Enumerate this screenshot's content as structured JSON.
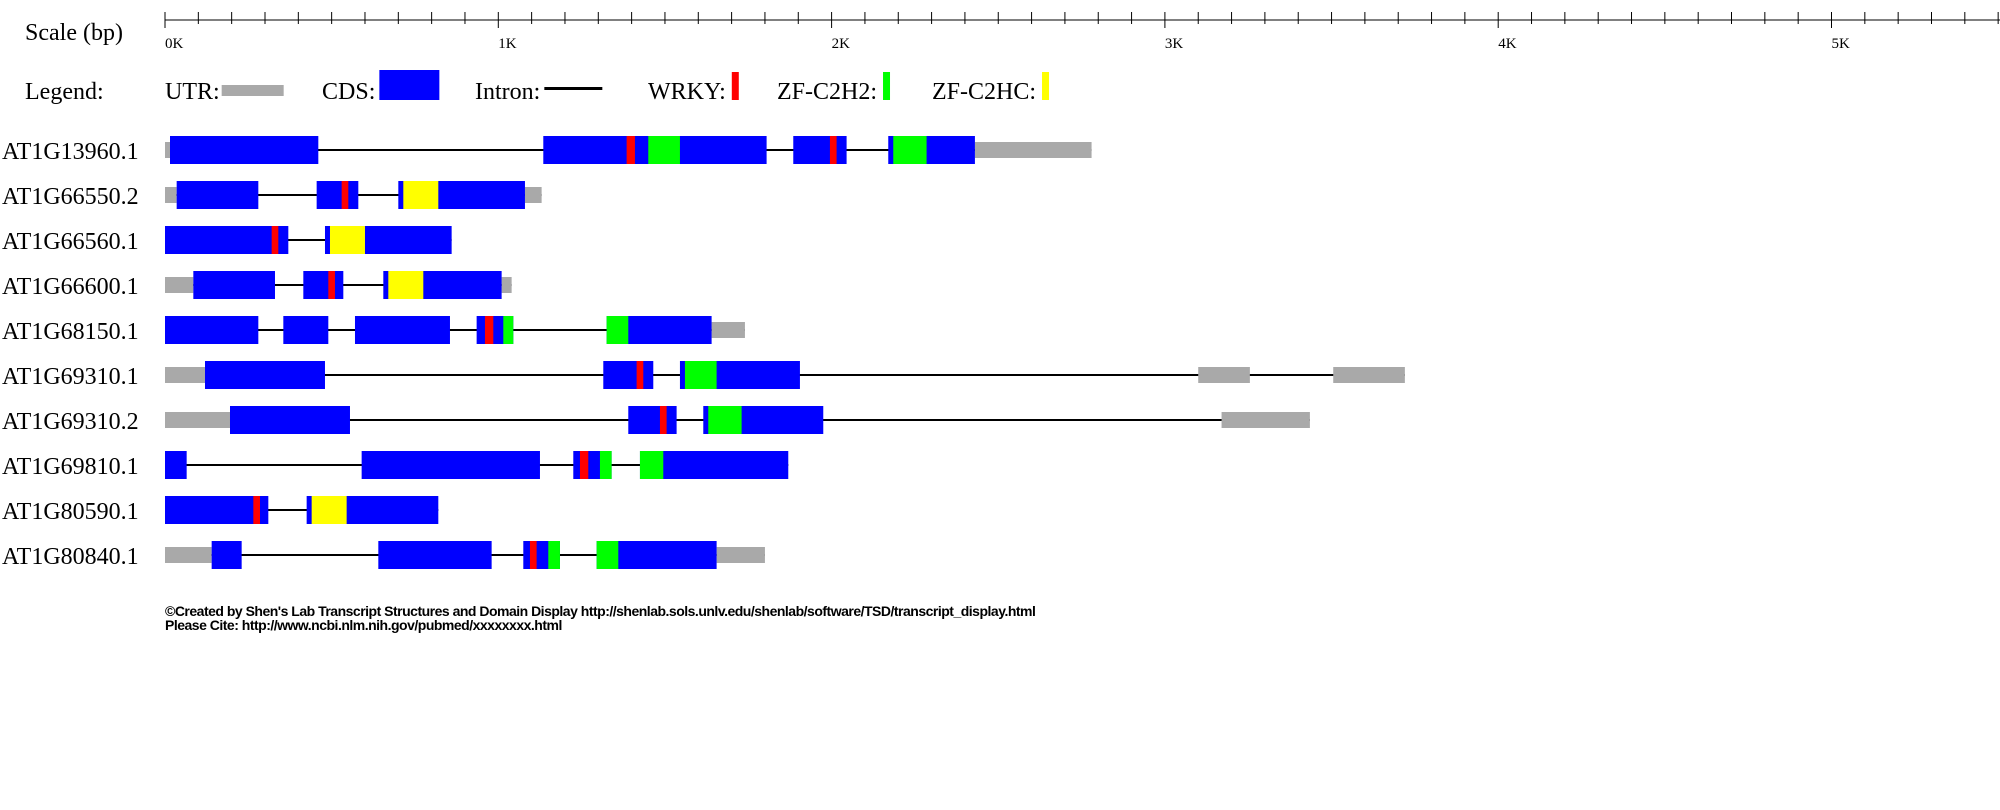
{
  "scale": {
    "label": "Scale (bp)",
    "max_bp": 6000,
    "major_step": 1000,
    "minor_step": 100,
    "major_labels": [
      "0K",
      "1K",
      "2K",
      "3K",
      "4K",
      "5K"
    ]
  },
  "legend": {
    "label": "Legend:",
    "items": [
      {
        "label": "UTR:",
        "kind": "utr"
      },
      {
        "label": "CDS:",
        "kind": "cds"
      },
      {
        "label": "Intron:",
        "kind": "intron"
      },
      {
        "label": "WRKY:",
        "kind": "wrky"
      },
      {
        "label": "ZF-C2H2:",
        "kind": "zfc2h2"
      },
      {
        "label": "ZF-C2HC:",
        "kind": "zfc2hc"
      }
    ]
  },
  "colors": {
    "utr": "#a9a9a9",
    "cds": "#0000ff",
    "intron": "#000000",
    "wrky": "#ff0000",
    "zfc2h2": "#00ff00",
    "zfc2hc": "#ffff00"
  },
  "transcripts": [
    {
      "name": "AT1G13960.1",
      "start": 0,
      "end": 2780,
      "utr": [
        [
          0,
          15
        ],
        [
          2430,
          2780
        ]
      ],
      "cds": [
        [
          15,
          460
        ],
        [
          1135,
          1805
        ],
        [
          1885,
          2045
        ],
        [
          2170,
          2430
        ]
      ],
      "domains": [
        {
          "type": "wrky",
          "start": 1385,
          "end": 1410
        },
        {
          "type": "zfc2h2",
          "start": 1450,
          "end": 1545
        },
        {
          "type": "wrky",
          "start": 1995,
          "end": 2015
        },
        {
          "type": "zfc2h2",
          "start": 2185,
          "end": 2285
        }
      ]
    },
    {
      "name": "AT1G66550.2",
      "start": 0,
      "end": 1130,
      "utr": [
        [
          0,
          35
        ],
        [
          1080,
          1130
        ]
      ],
      "cds": [
        [
          35,
          280
        ],
        [
          455,
          580
        ],
        [
          700,
          1080
        ]
      ],
      "domains": [
        {
          "type": "wrky",
          "start": 530,
          "end": 550
        },
        {
          "type": "zfc2hc",
          "start": 715,
          "end": 820
        }
      ]
    },
    {
      "name": "AT1G66560.1",
      "start": 0,
      "end": 860,
      "utr": [],
      "cds": [
        [
          0,
          370
        ],
        [
          480,
          860
        ]
      ],
      "domains": [
        {
          "type": "wrky",
          "start": 320,
          "end": 340
        },
        {
          "type": "zfc2hc",
          "start": 495,
          "end": 600
        }
      ]
    },
    {
      "name": "AT1G66600.1",
      "start": 0,
      "end": 1040,
      "utr": [
        [
          0,
          85
        ],
        [
          1010,
          1040
        ]
      ],
      "cds": [
        [
          85,
          330
        ],
        [
          415,
          535
        ],
        [
          655,
          1010
        ]
      ],
      "domains": [
        {
          "type": "wrky",
          "start": 490,
          "end": 510
        },
        {
          "type": "zfc2hc",
          "start": 670,
          "end": 775
        }
      ]
    },
    {
      "name": "AT1G68150.1",
      "start": 0,
      "end": 1740,
      "utr": [
        [
          1640,
          1740
        ]
      ],
      "cds": [
        [
          0,
          280
        ],
        [
          355,
          490
        ],
        [
          570,
          855
        ],
        [
          935,
          1045
        ],
        [
          1325,
          1640
        ]
      ],
      "domains": [
        {
          "type": "wrky",
          "start": 960,
          "end": 985
        },
        {
          "type": "zfc2h2",
          "start": 1015,
          "end": 1045
        },
        {
          "type": "zfc2h2",
          "start": 1325,
          "end": 1390
        }
      ]
    },
    {
      "name": "AT1G69310.1",
      "start": 0,
      "end": 3720,
      "utr": [
        [
          0,
          120
        ],
        [
          3100,
          3255
        ],
        [
          3505,
          3720
        ]
      ],
      "cds": [
        [
          120,
          480
        ],
        [
          1315,
          1465
        ],
        [
          1545,
          1905
        ]
      ],
      "domains": [
        {
          "type": "wrky",
          "start": 1415,
          "end": 1435
        },
        {
          "type": "zfc2h2",
          "start": 1560,
          "end": 1655
        }
      ]
    },
    {
      "name": "AT1G69310.2",
      "start": 0,
      "end": 3435,
      "utr": [
        [
          0,
          195
        ],
        [
          3170,
          3435
        ]
      ],
      "cds": [
        [
          195,
          555
        ],
        [
          1390,
          1535
        ],
        [
          1615,
          1975
        ]
      ],
      "domains": [
        {
          "type": "wrky",
          "start": 1485,
          "end": 1505
        },
        {
          "type": "zfc2h2",
          "start": 1630,
          "end": 1730
        }
      ]
    },
    {
      "name": "AT1G69810.1",
      "start": 0,
      "end": 1870,
      "utr": [],
      "cds": [
        [
          0,
          65
        ],
        [
          590,
          1125
        ],
        [
          1225,
          1340
        ],
        [
          1425,
          1870
        ]
      ],
      "domains": [
        {
          "type": "wrky",
          "start": 1245,
          "end": 1270
        },
        {
          "type": "zfc2h2",
          "start": 1305,
          "end": 1340
        },
        {
          "type": "zfc2h2",
          "start": 1425,
          "end": 1495
        }
      ]
    },
    {
      "name": "AT1G80590.1",
      "start": 0,
      "end": 820,
      "utr": [],
      "cds": [
        [
          0,
          310
        ],
        [
          425,
          820
        ]
      ],
      "domains": [
        {
          "type": "wrky",
          "start": 265,
          "end": 285
        },
        {
          "type": "zfc2hc",
          "start": 440,
          "end": 545
        }
      ]
    },
    {
      "name": "AT1G80840.1",
      "start": 0,
      "end": 1800,
      "utr": [
        [
          0,
          140
        ],
        [
          1655,
          1800
        ]
      ],
      "cds": [
        [
          140,
          230
        ],
        [
          640,
          980
        ],
        [
          1075,
          1185
        ],
        [
          1295,
          1655
        ]
      ],
      "domains": [
        {
          "type": "wrky",
          "start": 1095,
          "end": 1115
        },
        {
          "type": "zfc2h2",
          "start": 1150,
          "end": 1185
        },
        {
          "type": "zfc2h2",
          "start": 1295,
          "end": 1360
        }
      ]
    }
  ],
  "footer": {
    "line1": "©Created by Shen's Lab Transcript Structures and Domain Display http://shenlab.sols.unlv.edu/shenlab/software/TSD/transcript_display.html",
    "line2": "Please Cite: http://www.ncbi.nlm.nih.gov/pubmed/xxxxxxxx.html"
  }
}
